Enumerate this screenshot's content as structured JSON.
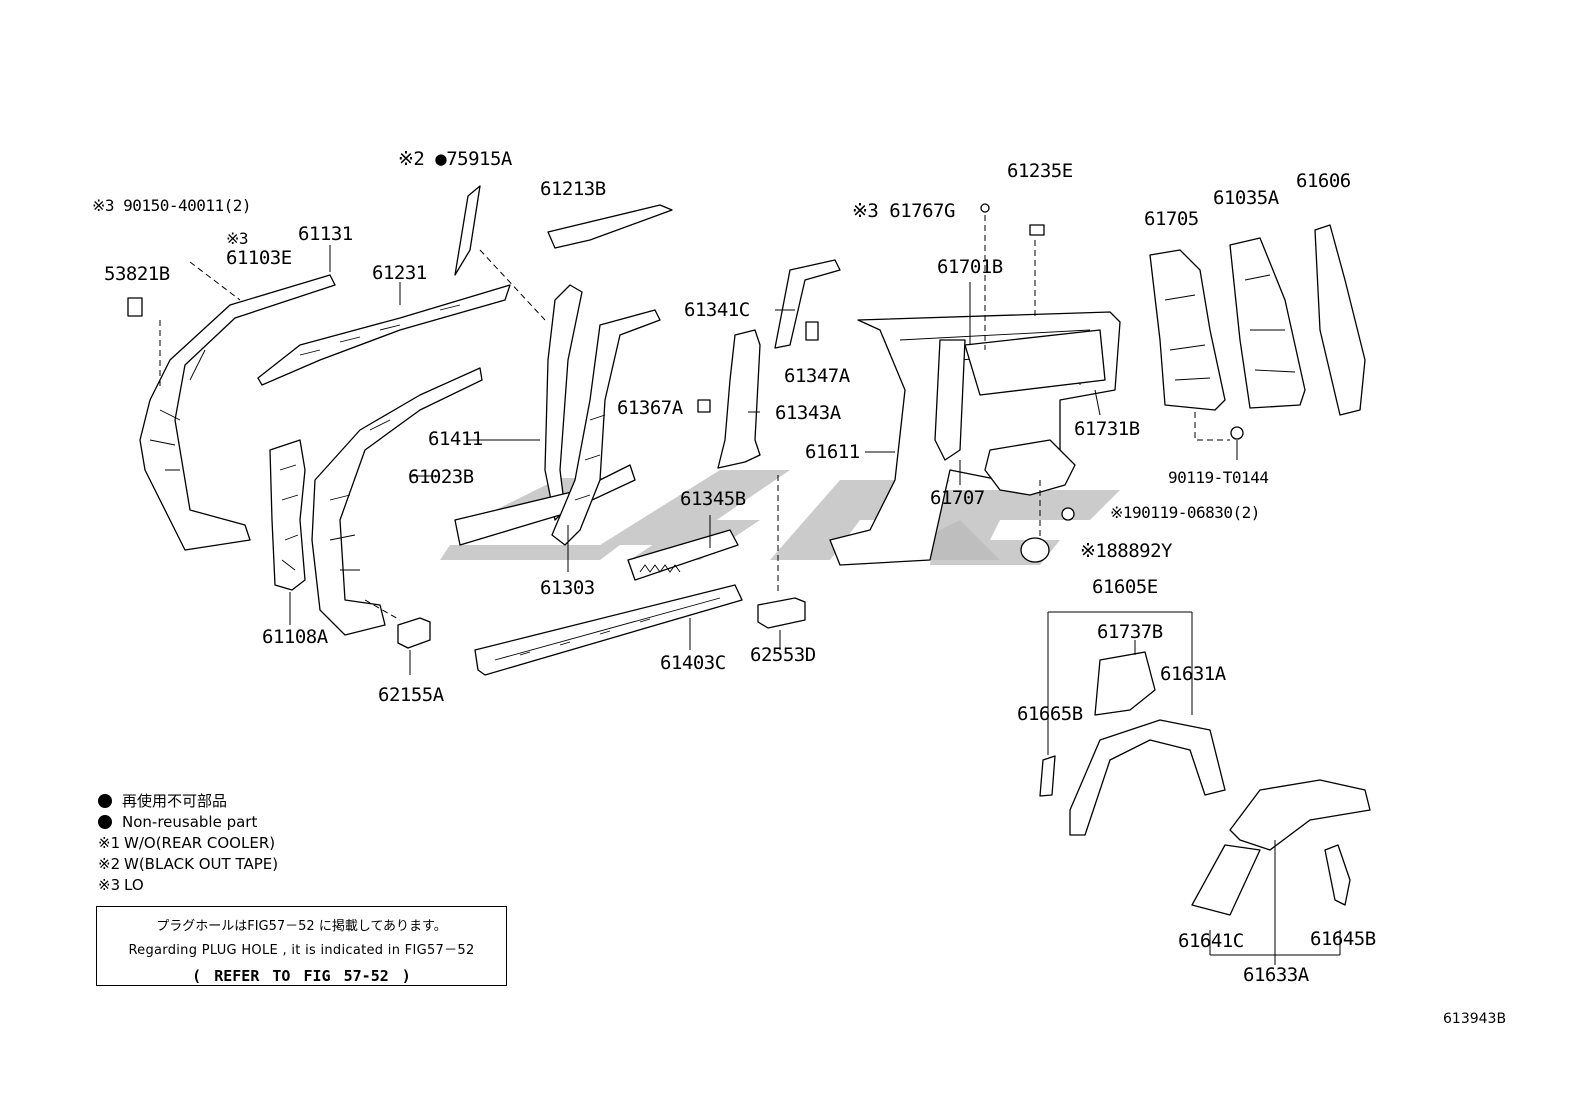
{
  "parts": {
    "p53821B": "53821B",
    "p90150": "※3 90150-40011(2)",
    "p61103E_note": "※3",
    "p61103E": "61103E",
    "p61131": "61131",
    "p61231": "61231",
    "p75915A": "※2 ●75915A",
    "p61213B": "61213B",
    "p61411": "61411",
    "p61023B": "61023B",
    "p61108A": "61108A",
    "p62155A": "62155A",
    "p61303": "61303",
    "p61403C": "61403C",
    "p61341C": "61341C",
    "p61347A": "61347A",
    "p61367A": "61367A",
    "p61343A": "61343A",
    "p61345B": "61345B",
    "p62553D": "62553D",
    "p61767G": "※3 61767G",
    "p61235E": "61235E",
    "p61701B": "61701B",
    "p61611": "61611",
    "p61707": "61707",
    "p61731B": "61731B",
    "p61705": "61705",
    "p61035A": "61035A",
    "p61606": "61606",
    "p90119T": "90119-T0144",
    "p190119": "※190119-06830(2)",
    "p188892": "※188892Y",
    "p61605E": "61605E",
    "p61737B": "61737B",
    "p61631A": "61631A",
    "p61665B": "61665B",
    "p61641C": "61641C",
    "p61645B": "61645B",
    "p61633A": "61633A"
  },
  "legend": {
    "jp_nonreusable": "再使用不可部品",
    "en_nonreusable": "Non-reusable part",
    "n1_mark": "※1",
    "n1_text": "W/O(REAR COOLER)",
    "n2_mark": "※2",
    "n2_text": "W(BLACK OUT TAPE)",
    "n3_mark": "※3",
    "n3_text": "LO"
  },
  "note_box": {
    "line_jp": "プラグホールはFIG57－52 に掲載してあります。",
    "line_en": "Regarding  PLUG HOLE , it is  indicated  in  FIG57－52",
    "line_ref": "(    REFER TO FIG 57-52  )"
  },
  "figure_number": "613943B",
  "colors": {
    "line": "#000000",
    "watermark": "#b9b9b9",
    "background": "#ffffff"
  }
}
